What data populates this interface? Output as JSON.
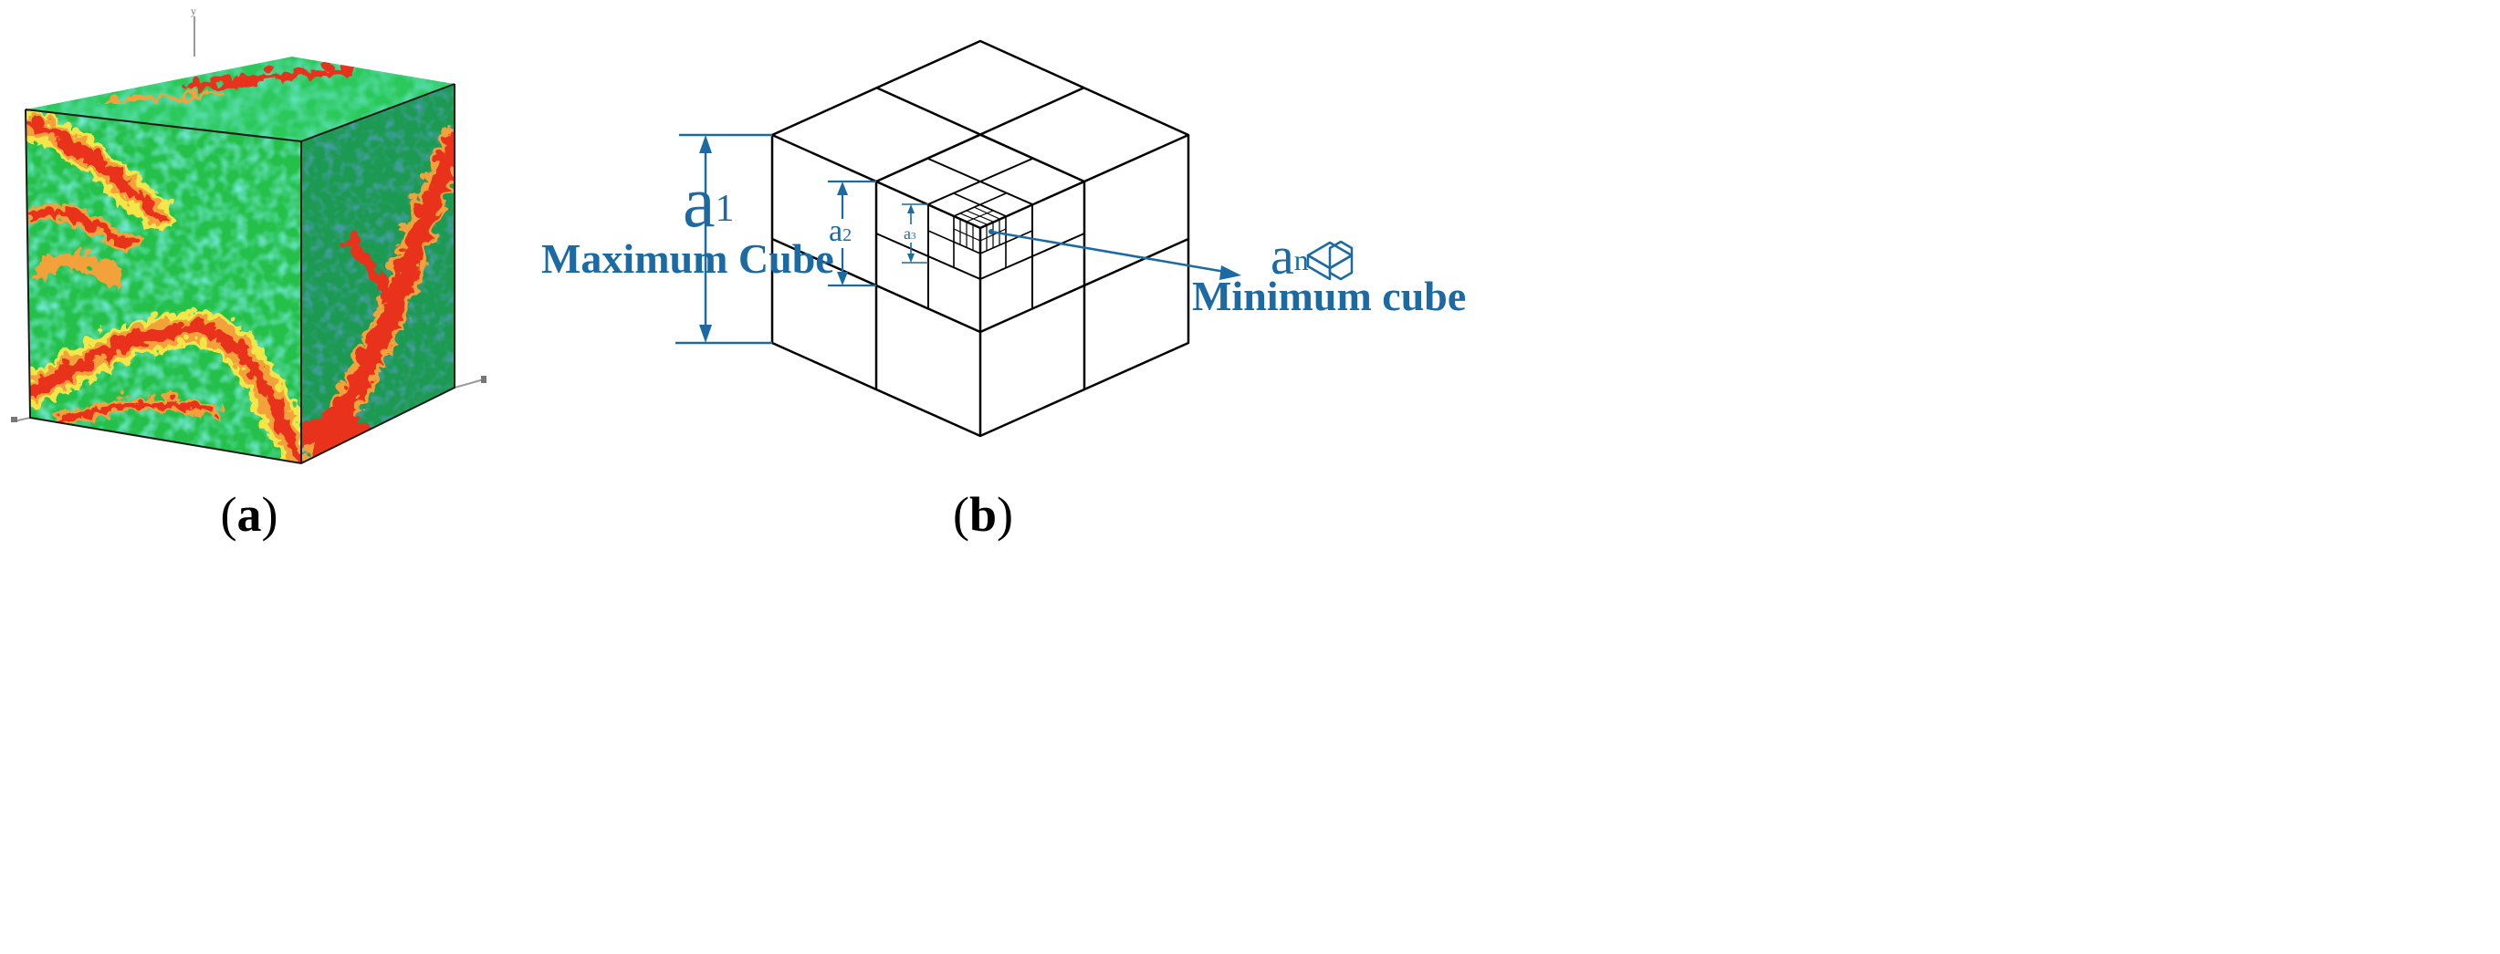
{
  "panel_a": {
    "caption_open": "(",
    "caption_letter": "a",
    "caption_close": ")",
    "axis_y_label": "y",
    "colors": {
      "field_green": "#1fbf3c",
      "field_cyan": "#27d6c6",
      "side_green": "#1d9a52",
      "crack_red": "#e8321e",
      "crack_orange": "#f3a13a",
      "crack_yellow": "#f3e64a",
      "speck_blue": "#2b52c8"
    }
  },
  "panel_b": {
    "caption_open": "(",
    "caption_letter": "b",
    "caption_close": ")",
    "a1_letter": "a",
    "a1_sub": "1",
    "max_label": "Maximum Cube",
    "a2_letter": "a",
    "a2_sub": "2",
    "a3_letter": "a",
    "a3_sub": "3",
    "an_letter": "a",
    "an_sub": "n",
    "min_label": "Minimum cube",
    "accent_color": "#1b6aa3",
    "line_color": "#000000"
  }
}
